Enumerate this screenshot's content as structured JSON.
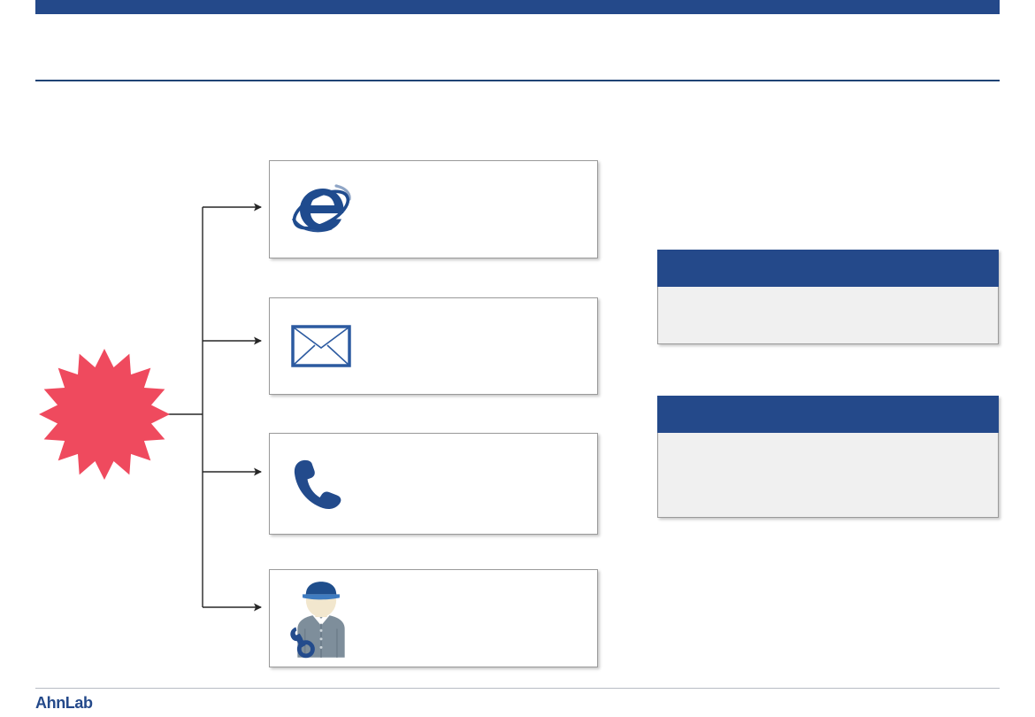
{
  "theme": {
    "brand_blue": "#24498A",
    "accent_red": "#EF4A5E",
    "panel_body_gray": "#F0F0F0",
    "border_gray": "#9A9A9A"
  },
  "header": {
    "title": "",
    "band_color": "#24498A"
  },
  "diagram": {
    "source": {
      "icon": "starburst-icon",
      "label": "",
      "color": "#EF4A5E",
      "points": 16
    },
    "channels": [
      {
        "id": "browser",
        "icon": "internet-explorer-icon",
        "label": "",
        "icon_color": "#1F4B8E"
      },
      {
        "id": "email",
        "icon": "envelope-icon",
        "label": "",
        "icon_color": "#2C5AA0"
      },
      {
        "id": "phone",
        "icon": "telephone-handset-icon",
        "label": "",
        "icon_color": "#234B8C"
      },
      {
        "id": "engineer",
        "icon": "service-engineer-icon",
        "label": "",
        "icon_color": "#7E8E9B"
      }
    ]
  },
  "panels": [
    {
      "id": "panel-1",
      "header": "",
      "body": ""
    },
    {
      "id": "panel-2",
      "header": "",
      "body": ""
    }
  ],
  "footer": {
    "logo": "AhnLab",
    "page": ""
  }
}
